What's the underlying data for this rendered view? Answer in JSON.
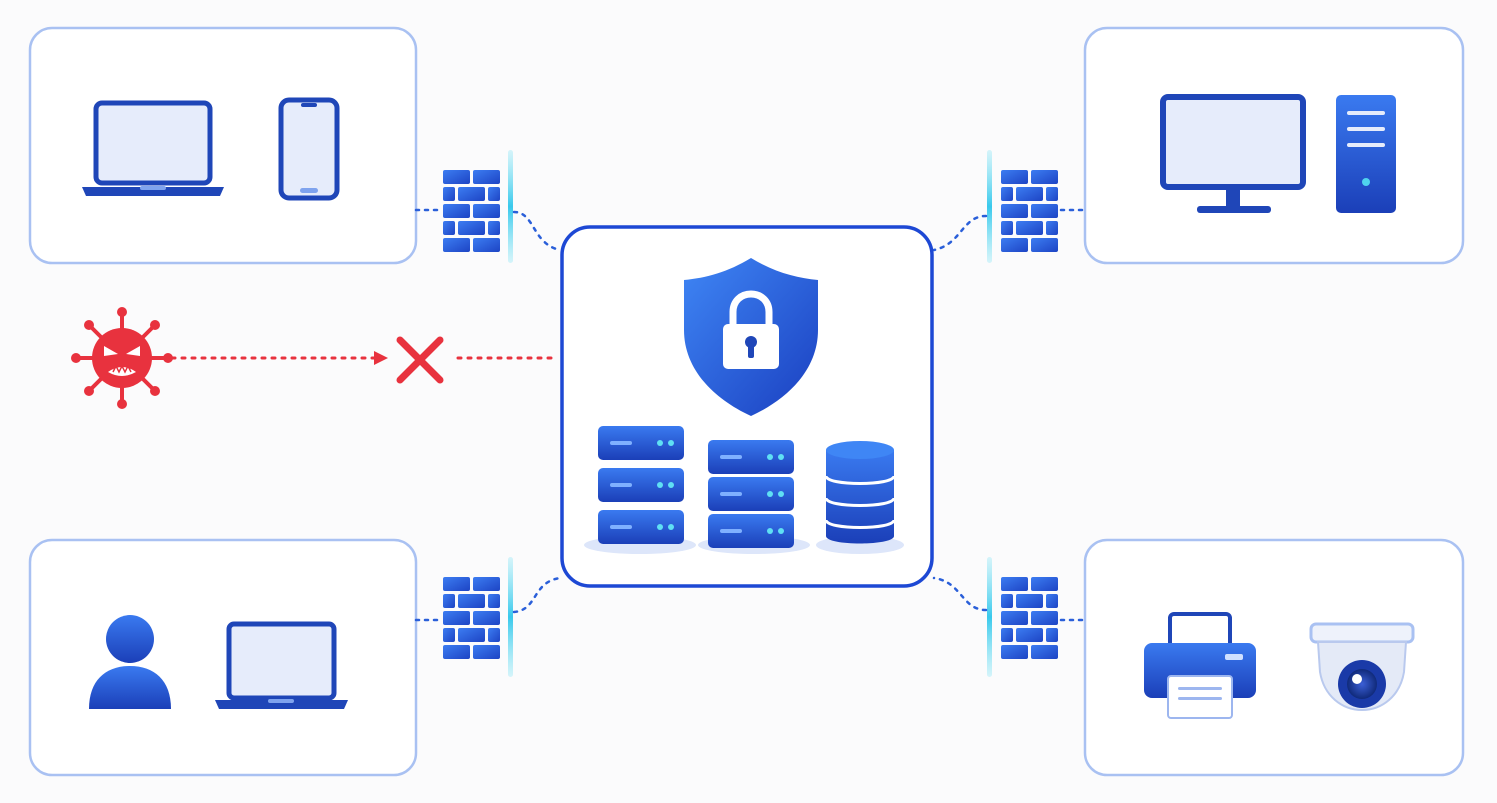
{
  "diagram": {
    "type": "network-security",
    "colors": {
      "primary": "#1f46b8",
      "accent": "#2f6ae8",
      "panel_border": "#a9c1f2",
      "hub_border": "#1d48d4",
      "screen_fill": "#e6ecfb",
      "firewall_bar": "#4fd3ee",
      "threat": "#e8323e",
      "background": "#fbfbfc"
    },
    "groups": [
      {
        "id": "top-left",
        "devices": [
          "laptop-icon",
          "smartphone-icon"
        ]
      },
      {
        "id": "top-right",
        "devices": [
          "desktop-monitor-icon",
          "tower-pc-icon"
        ]
      },
      {
        "id": "bottom-left",
        "devices": [
          "user-icon",
          "laptop-icon"
        ]
      },
      {
        "id": "bottom-right",
        "devices": [
          "printer-icon",
          "security-camera-icon"
        ]
      }
    ],
    "hub": {
      "icons": [
        "shield-lock-icon",
        "server-rack-icon",
        "server-rack-icon",
        "database-icon"
      ]
    },
    "firewalls": 4,
    "threat": {
      "icon": "virus-icon",
      "status": "blocked",
      "blocked_icon": "x-mark-icon"
    }
  }
}
